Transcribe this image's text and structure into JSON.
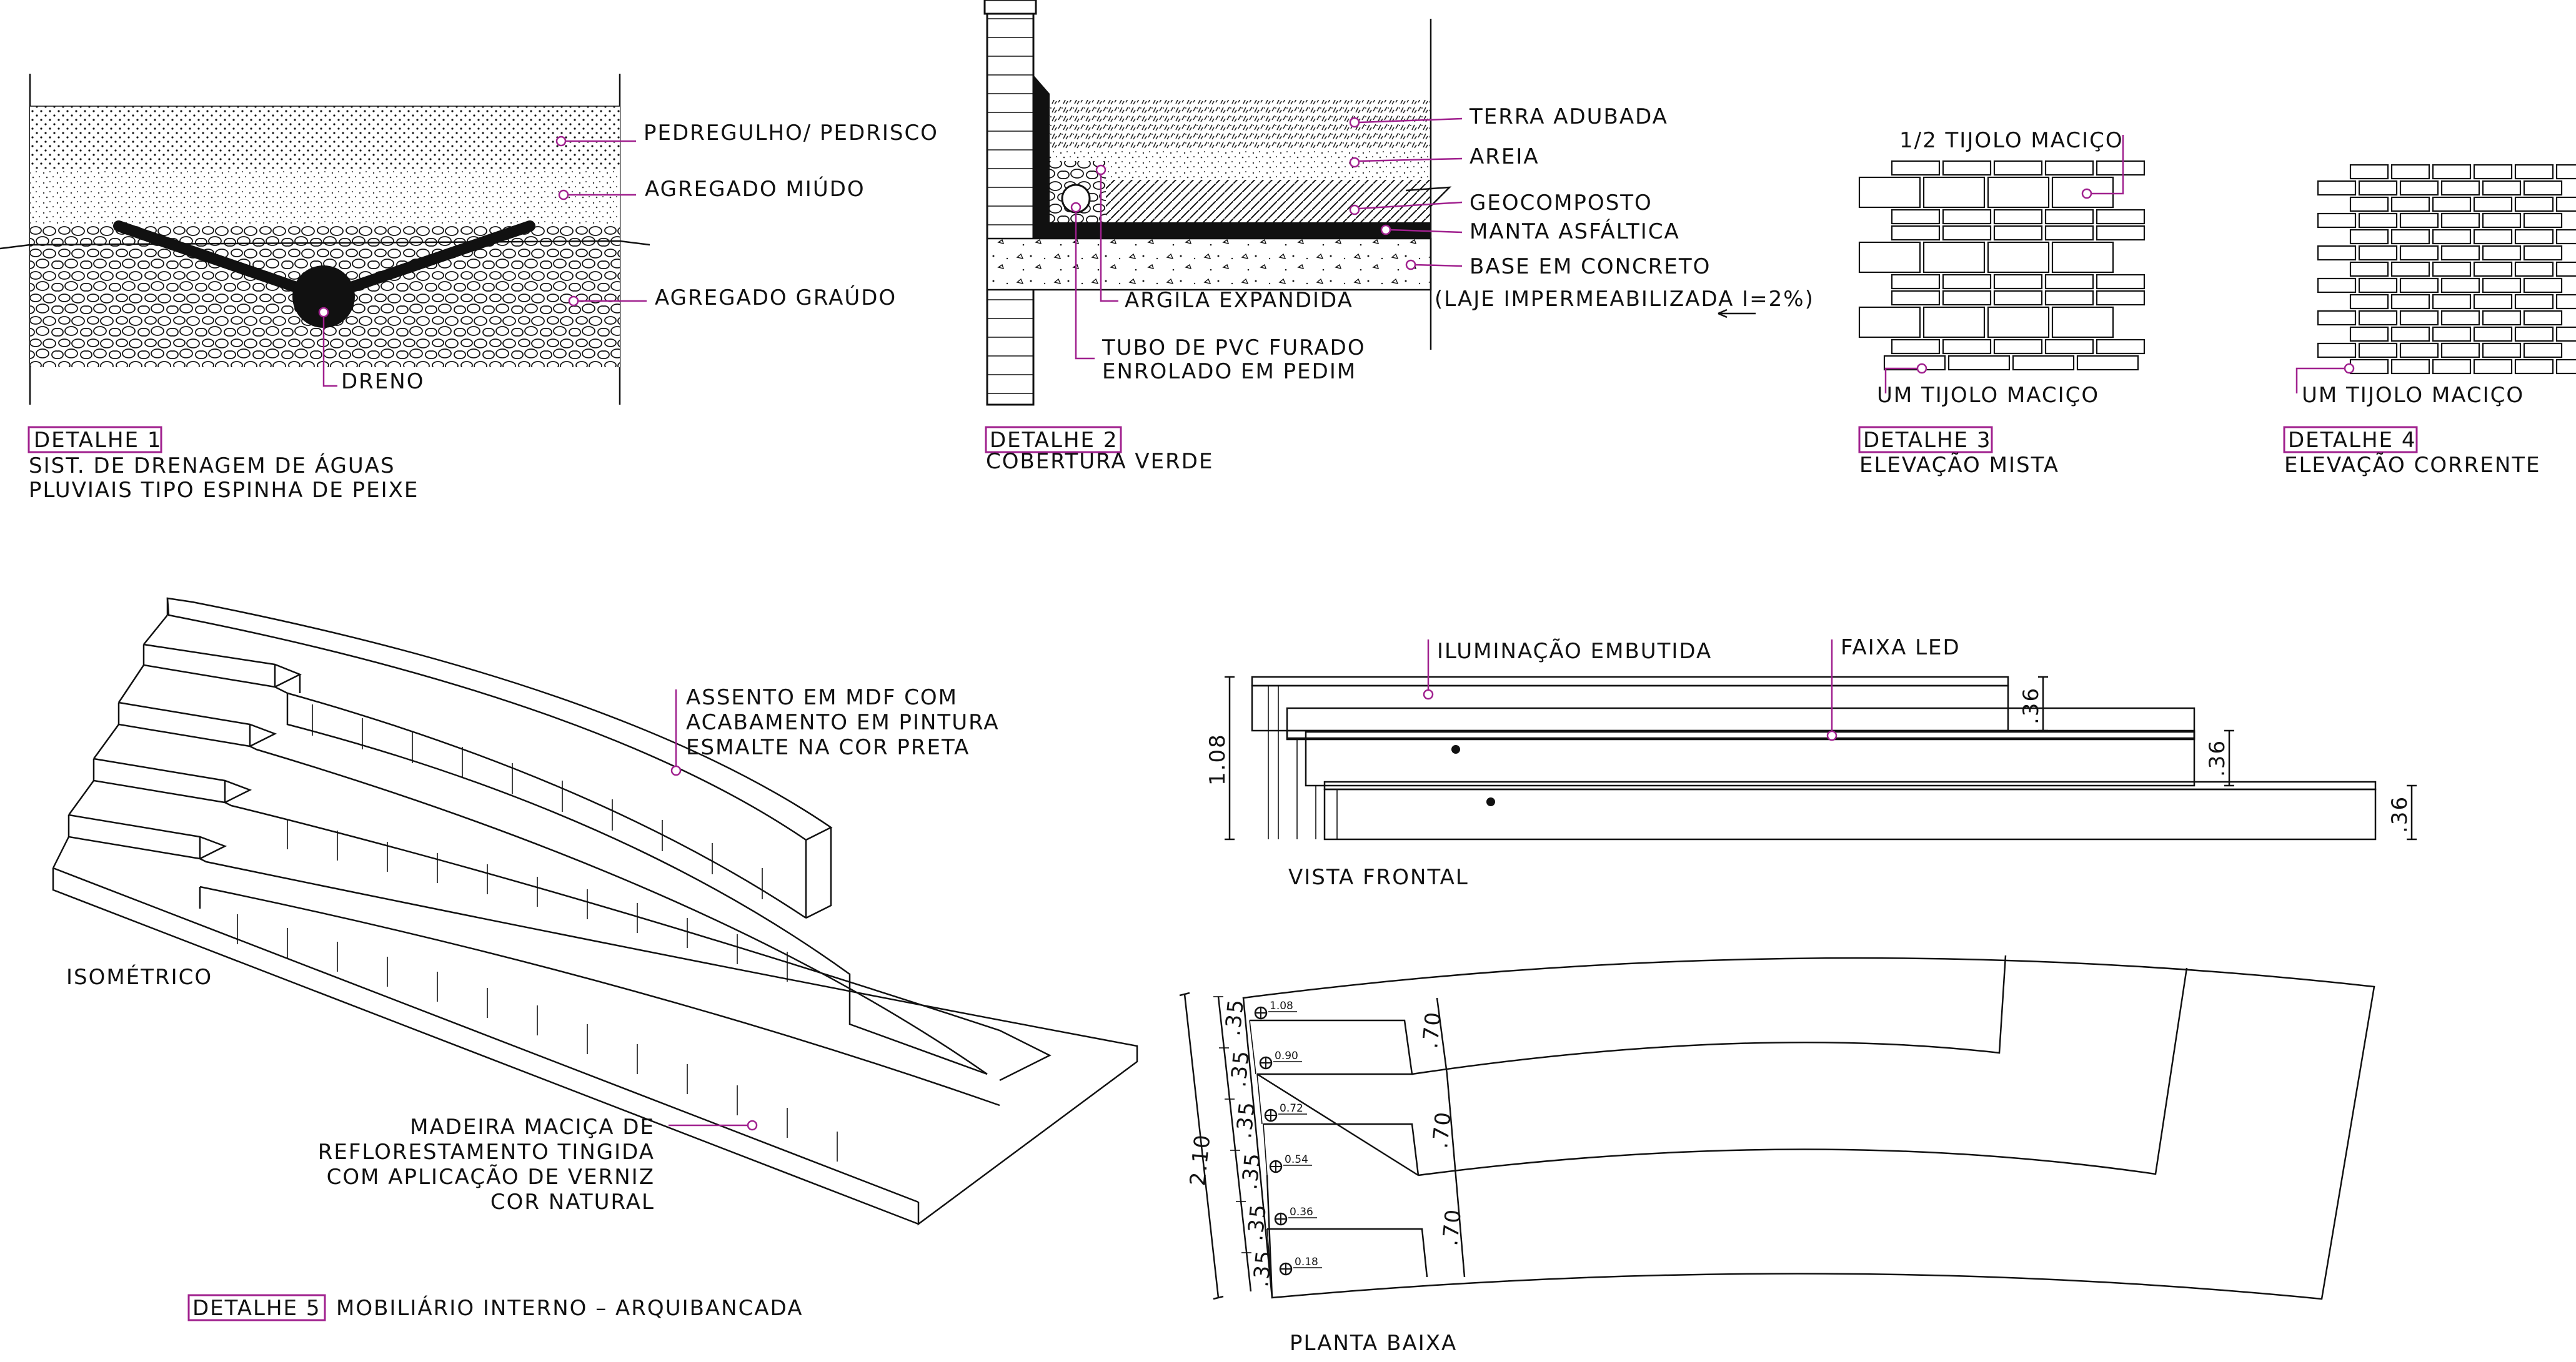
{
  "colors": {
    "ink": "#111111",
    "leader": "#a0208e",
    "paper": "#ffffff"
  },
  "detail1": {
    "labels": [
      "PEDREGULHO/ PEDRISCO",
      "AGREGADO MIÚDO",
      "AGREGADO GRAÚDO",
      "DRENO"
    ],
    "tag": "DETALHE 1",
    "title_line1": "SIST. DE DRENAGEM DE ÁGUAS",
    "title_line2": "PLUVIAIS TIPO ESPINHA DE PEIXE"
  },
  "detail2": {
    "labels": [
      "TERRA ADUBADA",
      "AREIA",
      "GEOCOMPOSTO",
      "MANTA ASFÁLTICA",
      "BASE EM CONCRETO",
      "(LAJE IMPERMEABILIZADA I=2%)",
      "ARGILA EXPANDIDA",
      "TUBO DE PVC FURADO",
      "ENROLADO EM PEDIM"
    ],
    "tag": "DETALHE 2",
    "title": "COBERTURA VERDE"
  },
  "detail3": {
    "top_label": "1/2 TIJOLO MACIÇO",
    "bottom_label": "UM TIJOLO MACIÇO",
    "tag": "DETALHE 3",
    "title": "ELEVAÇÃO MISTA"
  },
  "detail4": {
    "bottom_label": "UM TIJOLO MACIÇO",
    "tag": "DETALHE 4",
    "title": "ELEVAÇÃO CORRENTE"
  },
  "iso": {
    "seat_note": [
      "ASSENTO EM MDF COM",
      "ACABAMENTO EM PINTURA",
      "ESMALTE NA COR PRETA"
    ],
    "wood_note": [
      "MADEIRA MACIÇA DE",
      "REFLORESTAMENTO TINGIDA",
      "COM APLICAÇÃO DE VERNIZ",
      "COR NATURAL"
    ],
    "label": "ISOMÉTRICO",
    "tag": "DETALHE 5",
    "title": "MOBILIÁRIO INTERNO – ARQUIBANCADA"
  },
  "front": {
    "label_light": "ILUMINAÇÃO EMBUTIDA",
    "label_led": "FAIXA LED",
    "dim_height": "1.08",
    "dim_step": ".36",
    "title": "VISTA FRONTAL"
  },
  "plan": {
    "levels": [
      "1.08",
      "0.90",
      "0.72",
      "0.54",
      "0.36",
      "0.18"
    ],
    "dim_rows": [
      ".35",
      ".35",
      ".35",
      ".35",
      ".35",
      ".35"
    ],
    "dim_total": "2.10",
    "dim_tread": ".70",
    "title": "PLANTA BAIXA"
  }
}
